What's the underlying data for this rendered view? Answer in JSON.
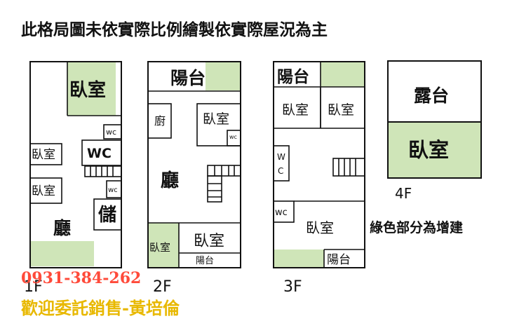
{
  "title": "此格局圖未依實際比例繪製依實際屋況為主",
  "floors": {
    "f1": {
      "label": "1F",
      "rooms": {
        "bedroom_top": "臥室",
        "wc_small": "wc",
        "bedroom_a": "臥室",
        "wc_main": "WC",
        "bedroom_b": "臥室",
        "wc_small2": "wc",
        "storage": "儲",
        "hall": "廳"
      }
    },
    "f2": {
      "label": "2F",
      "rooms": {
        "balcony_top": "陽台",
        "kitchen": "廚",
        "bedroom_right": "臥室",
        "wc": "wc",
        "hall": "廳",
        "bedroom_left": "臥室",
        "bedroom_bottom": "臥室",
        "balcony_bottom": "陽台"
      }
    },
    "f3": {
      "label": "3F",
      "rooms": {
        "balcony_top": "陽台",
        "bedroom_a": "臥室",
        "bedroom_b": "臥室",
        "wc_side_w": "W",
        "wc_side_c": "C",
        "wc": "wc",
        "bedroom_c": "臥室",
        "balcony_bottom": "陽台"
      }
    },
    "f4": {
      "label": "4F",
      "rooms": {
        "terrace": "露台",
        "bedroom": "臥室"
      }
    }
  },
  "legend_note": "綠色部分為增建",
  "contact": {
    "phone": "0931-384-262",
    "agent": "歡迎委託銷售-黃培倫"
  },
  "colors": {
    "addition_green": "#cfe5b8",
    "line": "#111111",
    "contact_gold": "#e8b800",
    "contact_red": "#ff4a3a"
  }
}
